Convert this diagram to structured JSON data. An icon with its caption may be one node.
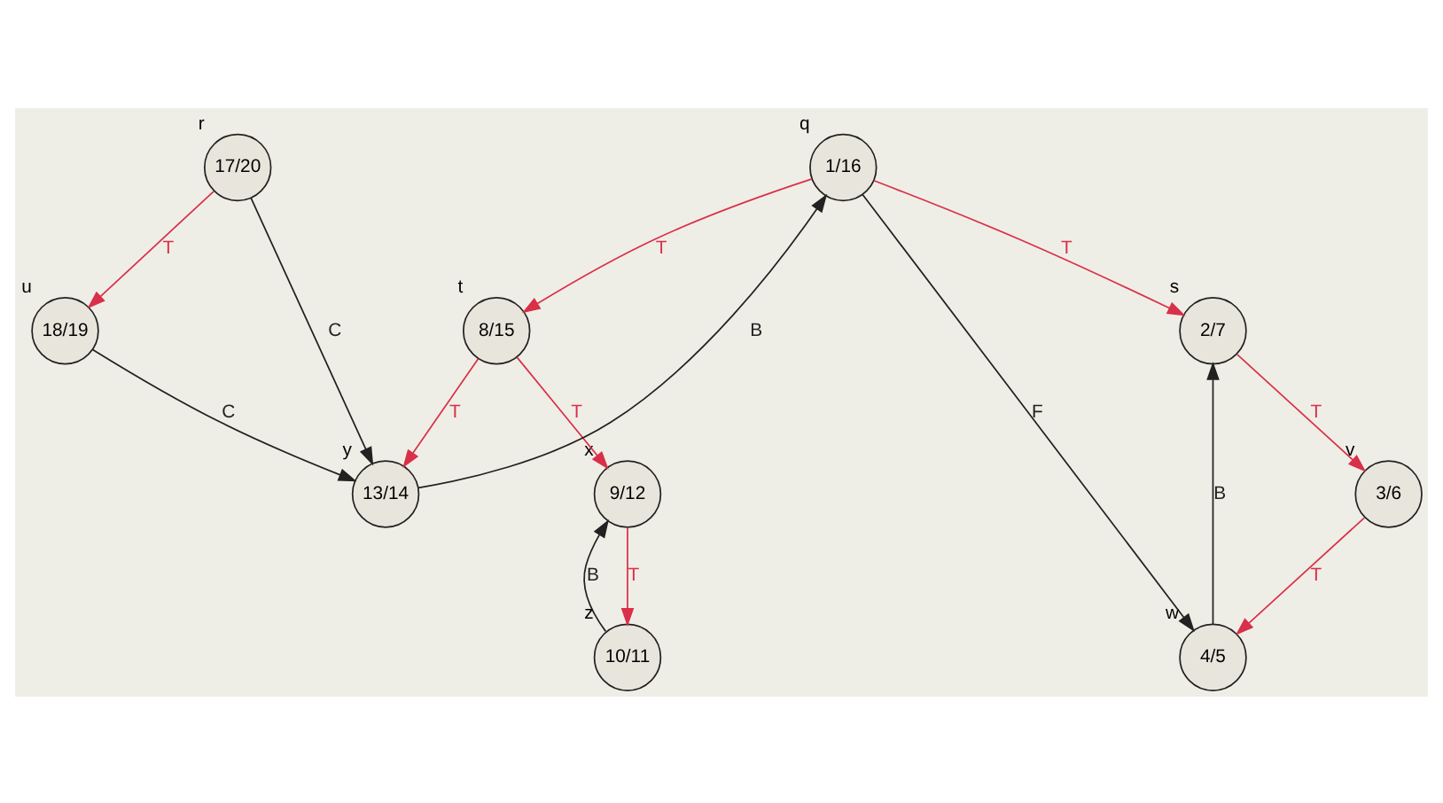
{
  "diagram": {
    "nodes": [
      {
        "text": [
          "1/16"
        ],
        "beside": [
          "q"
        ]
      },
      {
        "text": [
          "2/7"
        ],
        "beside": [
          "s"
        ]
      },
      {
        "text": [
          "8/15"
        ],
        "beside": [
          "t"
        ]
      },
      {
        "text": [
          "17/20"
        ],
        "beside": [
          "r"
        ]
      },
      {
        "text": [
          "18/19"
        ],
        "beside": [
          "u"
        ]
      },
      {
        "text": [
          "3/6"
        ],
        "beside": [
          "v"
        ]
      },
      {
        "text": [
          "4/5"
        ],
        "beside": [
          "w"
        ]
      },
      {
        "text": [
          "9/12"
        ],
        "beside": [
          "x"
        ]
      },
      {
        "text": [
          "13/14"
        ],
        "beside": [
          "y"
        ]
      },
      {
        "text": [
          "10/11"
        ],
        "beside": [
          "z"
        ]
      }
    ],
    "edges": [
      {
        "from": 0,
        "to": 1,
        "arrow": "to",
        "label": "T",
        "color": "#d9304a"
      },
      {
        "from": 0,
        "to": 6,
        "arrow": "to",
        "label": "F",
        "color": "#222222"
      },
      {
        "from": 0,
        "to": 2,
        "arrow": "to",
        "label": "T",
        "color": "#d9304a"
      },
      {
        "from": 1,
        "to": 5,
        "arrow": "to",
        "label": "T",
        "color": "#d9304a"
      },
      {
        "from": 5,
        "to": 6,
        "arrow": "to",
        "label": "T",
        "color": "#d9304a"
      },
      {
        "from": 6,
        "to": 1,
        "arrow": "to",
        "label": "B",
        "color": "#222222"
      },
      {
        "from": 2,
        "to": 7,
        "arrow": "to",
        "label": "T",
        "color": "#d9304a"
      },
      {
        "from": 2,
        "to": 8,
        "arrow": "to",
        "label": "T",
        "color": "#d9304a"
      },
      {
        "from": 7,
        "to": 9,
        "arrow": "to",
        "label": "T",
        "color": "#d9304a"
      },
      {
        "from": 9,
        "to": 7,
        "arrow": "to",
        "label": "B",
        "color": "#222222"
      },
      {
        "from": 8,
        "to": 0,
        "arrow": "to",
        "label": "B",
        "color": "#222222"
      },
      {
        "from": 3,
        "to": 8,
        "arrow": "to",
        "label": "C",
        "color": "#222222"
      },
      {
        "from": 3,
        "to": 4,
        "arrow": "to",
        "label": "T",
        "color": "#d9304a"
      },
      {
        "from": 4,
        "to": 8,
        "arrow": "to",
        "label": "C",
        "color": "#222222"
      }
    ]
  }
}
